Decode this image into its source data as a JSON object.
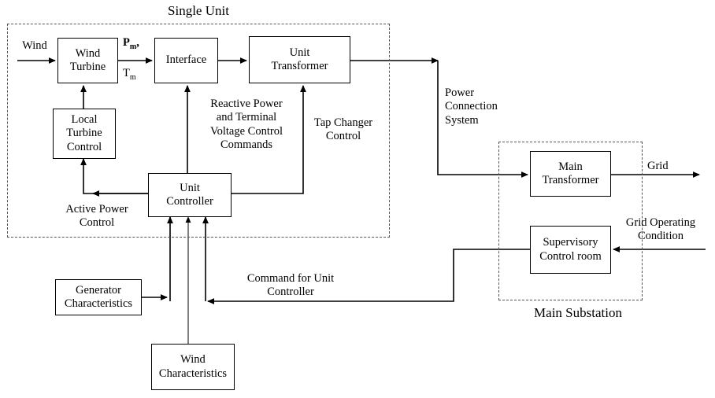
{
  "diagram": {
    "title_single_unit": "Single Unit",
    "title_main_substation": "Main Substation",
    "blocks": [
      {
        "id": "wind-turbine",
        "label": "Wind\nTurbine"
      },
      {
        "id": "interface",
        "label": "Interface"
      },
      {
        "id": "unit-transformer",
        "label": "Unit\nTransformer"
      },
      {
        "id": "local-turbine-control",
        "label": "Local\nTurbine\nControl"
      },
      {
        "id": "unit-controller",
        "label": "Unit\nController"
      },
      {
        "id": "main-transformer",
        "label": "Main\nTransformer"
      },
      {
        "id": "supervisory-control-room",
        "label": "Supervisory\nControl room"
      },
      {
        "id": "generator-characteristics",
        "label": "Generator\nCharacteristics"
      },
      {
        "id": "wind-characteristics",
        "label": "Wind\nCharacteristics"
      }
    ],
    "labels": {
      "wind": "Wind",
      "pm": "P",
      "pm_sub": "m",
      "pm_tail": ",",
      "tm": "T",
      "tm_sub": "m",
      "reactive_power": "Reactive Power\nand Terminal\nVoltage Control\nCommands",
      "tap_changer": "Tap Changer\nControl",
      "active_power": "Active Power\nControl",
      "power_connection": "Power\nConnection\nSystem",
      "grid": "Grid",
      "grid_operating": "Grid Operating\nCondition",
      "command_unit": "Command for Unit\nController"
    },
    "colors": {
      "line": "#000000",
      "dashed": "#555555",
      "background": "#ffffff",
      "text": "#000000"
    }
  }
}
